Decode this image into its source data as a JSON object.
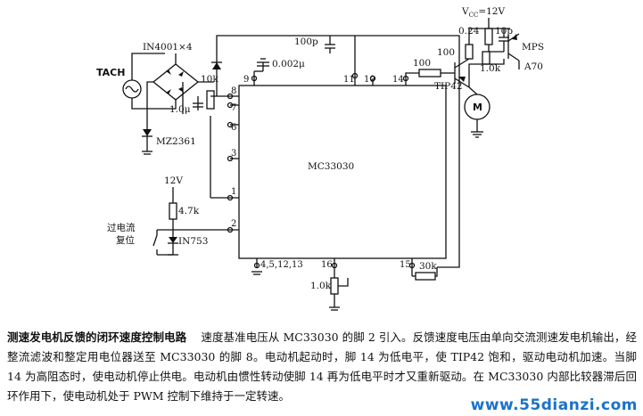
{
  "diagram": {
    "labels": {
      "tach": "TACH",
      "diode_bridge": "IN4001×4",
      "zener_1": "MZ2361",
      "r_10k": "10k",
      "c_1u": "1.0μ",
      "c_002": "0.002μ",
      "c_100p": "100p",
      "vcc": "V",
      "vcc_sub": "CC",
      "vcc_val": "=12V",
      "r_024": "0.24",
      "c_10p": "10p",
      "r_100_top": "100",
      "r_100_mid": "100",
      "r_10k_pnp": "1.0k",
      "tip42": "TIP42",
      "mps": "MPS",
      "a70": "A70",
      "motor": "M",
      "ic": "MC33030",
      "v12": "12V",
      "r_47k": "4.7k",
      "overcurrent": "过电流",
      "reset": "复位",
      "zener_2": "IN753",
      "pins_gnd": "4,5,12,13",
      "r_30k": "30k",
      "pot_10k": "1.0k"
    },
    "pins": {
      "p1": "1",
      "p2": "2",
      "p3": "3",
      "p6": "6",
      "p7": "7",
      "p8": "8",
      "p9": "9",
      "p10": "10",
      "p11": "11",
      "p14": "14",
      "p15": "15",
      "p16": "16"
    }
  },
  "caption": {
    "title": "测速发电机反馈的闭环速度控制电路",
    "body": "速度基准电压从 MC33030 的脚 2 引入。反馈速度电压由单向交流测速发电机输出，经整流滤波和整定用电位器送至 MC33030 的脚 8。电动机起动时，脚 14 为低电平，使 TIP42 饱和，驱动电动机加速。当脚 14 为高阻态时，使电动机停止供电。电动机由惯性转动使脚 14 再为低电平时才又重新驱动。在 MC33030 内部比较器滞后回环作用下，使电动机处于 PWM 控制下维持于一定转速。"
  },
  "watermark": "www.55dianzi.com"
}
